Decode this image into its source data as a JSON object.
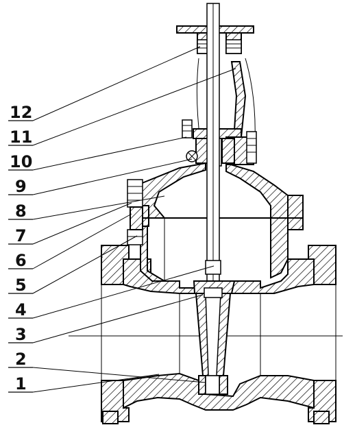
{
  "parts": [
    {
      "number": "12"
    },
    {
      "number": "11"
    },
    {
      "number": "10"
    },
    {
      "number": "9"
    },
    {
      "number": "8"
    },
    {
      "number": "7"
    },
    {
      "number": "6"
    },
    {
      "number": "5"
    },
    {
      "number": "4"
    },
    {
      "number": "3"
    },
    {
      "number": "2"
    },
    {
      "number": "1"
    }
  ]
}
